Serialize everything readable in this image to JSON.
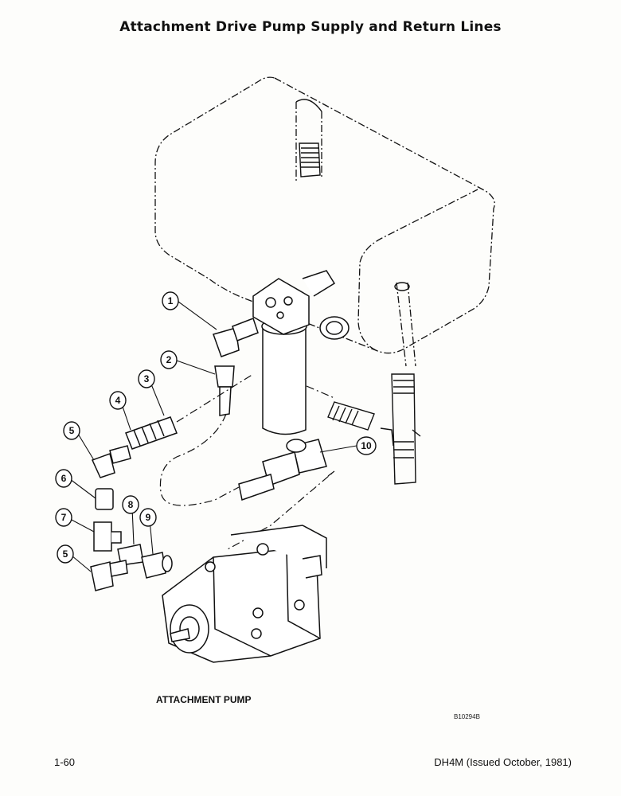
{
  "header": {
    "title": "Attachment Drive Pump Supply and Return Lines"
  },
  "diagram": {
    "callouts": [
      "1",
      "2",
      "3",
      "4",
      "5",
      "6",
      "7",
      "8",
      "9",
      "5",
      "10"
    ],
    "caption": "ATTACHMENT PUMP",
    "figure_number": "B10294B"
  },
  "footer": {
    "page_number": "1-60",
    "issue": "DH4M (Issued October, 1981)"
  }
}
